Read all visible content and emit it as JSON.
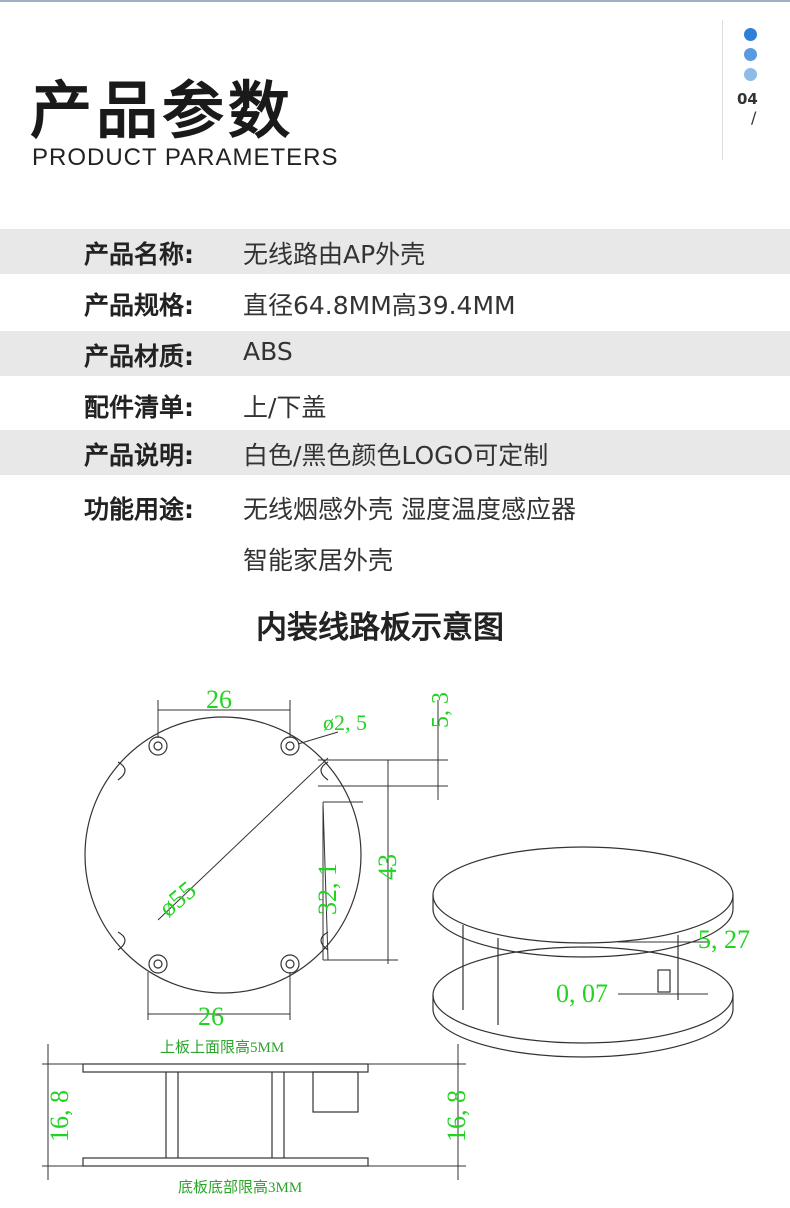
{
  "header": {
    "title_cn": "产品参数",
    "title_en": "PRODUCT PARAMETERS",
    "page_number": "04",
    "page_slash": "/",
    "dot_colors": [
      "#2f7fd6",
      "#5a9be0",
      "#8fbbe9"
    ]
  },
  "params": [
    {
      "label": "产品名称:",
      "value": "无线路由AP外壳"
    },
    {
      "label": "产品规格:",
      "value": "直径64.8MM高39.4MM"
    },
    {
      "label": "产品材质:",
      "value": "ABS"
    },
    {
      "label": "配件清单:",
      "value": "上/下盖"
    },
    {
      "label": "产品说明:",
      "value": "白色/黑色颜色LOGO可定制"
    },
    {
      "label": "功能用途:",
      "value": "无线烟感外壳 湿度温度感应器",
      "value2": "智能家居外壳"
    }
  ],
  "diagram": {
    "title": "内装线路板示意图",
    "dim_top": "26",
    "dim_hole": "ø2, 5",
    "dim_right_top": "5, 3",
    "dim_diameter": "ø55",
    "dim_inner": "32, 1",
    "dim_outer": "43",
    "dim_bottom": "26",
    "dim_step1": "5, 27",
    "dim_step2": "0, 07",
    "note_top": "上板上面限高5MM",
    "note_bottom": "底板底部限高3MM",
    "dim_height_left": "16, 8",
    "dim_height_right": "16, 8",
    "dim_color": "#21d421",
    "note_color": "#2aa52a"
  }
}
